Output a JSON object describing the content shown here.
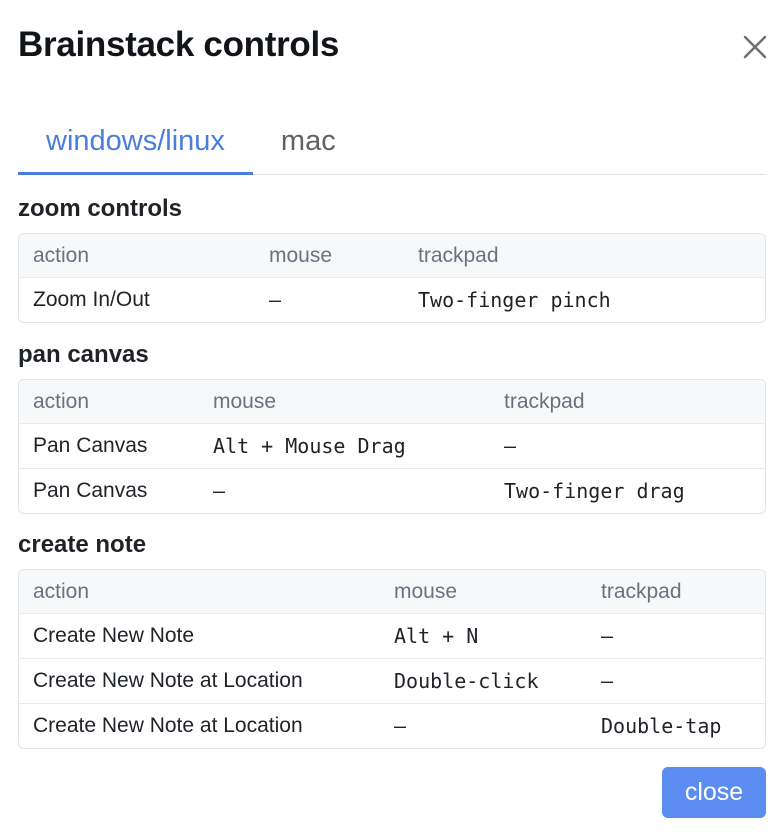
{
  "modal": {
    "title": "Brainstack controls",
    "close_icon": "close-icon",
    "close_button_label": "close"
  },
  "tabs": [
    {
      "label": "windows/linux",
      "active": true
    },
    {
      "label": "mac",
      "active": false
    }
  ],
  "sections": {
    "zoom": {
      "title": "zoom controls",
      "columns": [
        "action",
        "mouse",
        "trackpad"
      ],
      "rows": [
        [
          "Zoom In/Out",
          "–",
          "Two-finger pinch"
        ]
      ]
    },
    "pan": {
      "title": "pan canvas",
      "columns": [
        "action",
        "mouse",
        "trackpad"
      ],
      "rows": [
        [
          "Pan Canvas",
          "Alt + Mouse Drag",
          "–"
        ],
        [
          "Pan Canvas",
          "–",
          "Two-finger drag"
        ]
      ]
    },
    "create": {
      "title": "create note",
      "columns": [
        "action",
        "mouse",
        "trackpad"
      ],
      "rows": [
        [
          "Create New Note",
          "Alt + N",
          "–"
        ],
        [
          "Create New Note at Location",
          "Double-click",
          "–"
        ],
        [
          "Create New Note at Location",
          "–",
          "Double-tap"
        ]
      ]
    }
  },
  "colors": {
    "accent": "#4a7ede",
    "button": "#5a8def",
    "header_bg": "#f6f8fa"
  }
}
